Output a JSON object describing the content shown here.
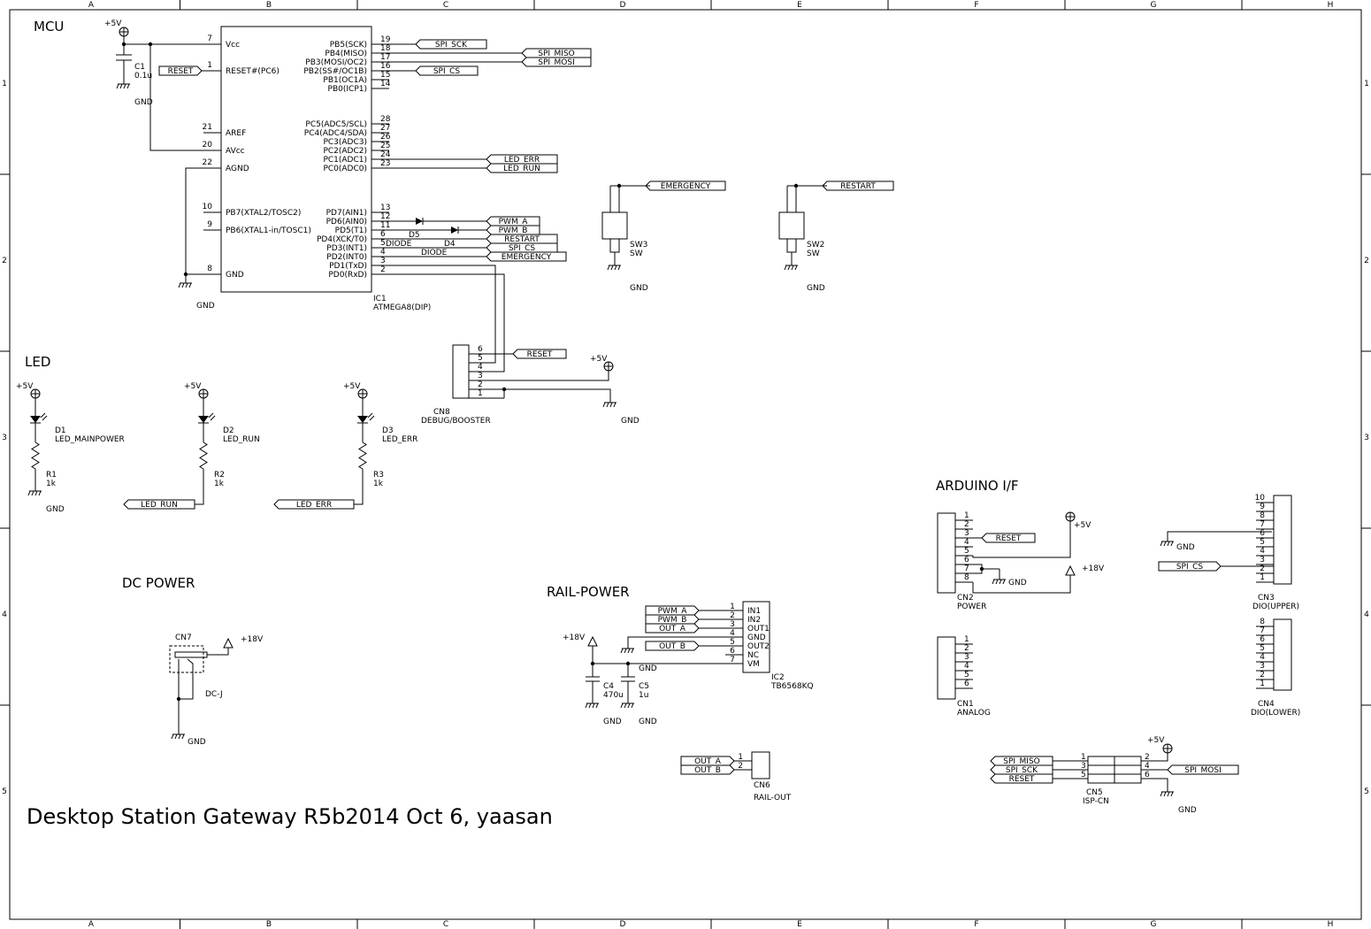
{
  "title": "Desktop Station Gateway R5b2014 Oct 6, yaasan",
  "frame": {
    "cols": [
      "A",
      "B",
      "C",
      "D",
      "E",
      "F",
      "G",
      "H"
    ],
    "rows": [
      "1",
      "2",
      "3",
      "4",
      "5"
    ]
  },
  "sections": {
    "mcu": "MCU",
    "led": "LED",
    "dc_power": "DC POWER",
    "rail_power": "RAIL-POWER",
    "arduino": "ARDUINO I/F"
  },
  "ic1": {
    "ref": "IC1",
    "part": "ATMEGA8(DIP)",
    "left_pins": [
      {
        "num": "7",
        "name": "Vcc"
      },
      {
        "num": "1",
        "name": "RESET#(PC6)"
      },
      {
        "num": "21",
        "name": "AREF"
      },
      {
        "num": "20",
        "name": "AVcc"
      },
      {
        "num": "22",
        "name": "AGND"
      },
      {
        "num": "10",
        "name": "PB7(XTAL2/TOSC2)"
      },
      {
        "num": "9",
        "name": "PB6(XTAL1-in/TOSC1)"
      },
      {
        "num": "8",
        "name": "GND"
      }
    ],
    "right_pins": [
      {
        "num": "19",
        "name": "PB5(SCK)"
      },
      {
        "num": "18",
        "name": "PB4(MISO)"
      },
      {
        "num": "17",
        "name": "PB3(MOSI/OC2)"
      },
      {
        "num": "16",
        "name": "PB2(SS#/OC1B)"
      },
      {
        "num": "15",
        "name": "PB1(OC1A)"
      },
      {
        "num": "14",
        "name": "PB0(ICP1)"
      },
      {
        "num": "28",
        "name": "PC5(ADC5/SCL)"
      },
      {
        "num": "27",
        "name": "PC4(ADC4/SDA)"
      },
      {
        "num": "26",
        "name": "PC3(ADC3)"
      },
      {
        "num": "25",
        "name": "PC2(ADC2)"
      },
      {
        "num": "24",
        "name": "PC1(ADC1)"
      },
      {
        "num": "23",
        "name": "PC0(ADC0)"
      },
      {
        "num": "13",
        "name": "PD7(AIN1)"
      },
      {
        "num": "12",
        "name": "PD6(AIN0)"
      },
      {
        "num": "11",
        "name": "PD5(T1)"
      },
      {
        "num": "6",
        "name": "PD4(XCK/T0)"
      },
      {
        "num": "5",
        "name": "PD3(INT1)"
      },
      {
        "num": "4",
        "name": "PD2(INT0)"
      },
      {
        "num": "3",
        "name": "PD1(TxD)"
      },
      {
        "num": "2",
        "name": "PD0(RxD)"
      }
    ]
  },
  "nets": {
    "plus5v": "+5V",
    "plus18v": "+18V",
    "gnd": "GND",
    "reset": "RESET",
    "spi_sck": "SPI_SCK",
    "spi_miso": "SPI_MISO",
    "spi_mosi": "SPI_MOSI",
    "spi_cs": "SPI_CS",
    "led_err": "LED_ERR",
    "led_run": "LED_RUN",
    "pwm_a": "PWM_A",
    "pwm_b": "PWM_B",
    "restart": "RESTART",
    "emergency": "EMERGENCY",
    "out_a": "OUT_A",
    "out_b": "OUT_B"
  },
  "c1": {
    "ref": "C1",
    "value": "0.1u"
  },
  "d4": {
    "ref": "D4",
    "value": "DIODE"
  },
  "d5": {
    "ref": "D5",
    "value": "DIODE"
  },
  "sw3": {
    "ref": "SW3",
    "value": "SW"
  },
  "sw2": {
    "ref": "SW2",
    "value": "SW"
  },
  "cn8": {
    "ref": "CN8",
    "value": "DEBUG/BOOSTER",
    "pins": [
      "6",
      "5",
      "4",
      "3",
      "2",
      "1"
    ]
  },
  "leds": [
    {
      "ref": "D1",
      "value": "LED_MAINPOWER",
      "r_ref": "R1",
      "r_val": "1k"
    },
    {
      "ref": "D2",
      "value": "LED_RUN",
      "r_ref": "R2",
      "r_val": "1k"
    },
    {
      "ref": "D3",
      "value": "LED_ERR",
      "r_ref": "R3",
      "r_val": "1k"
    }
  ],
  "cn7": {
    "ref": "CN7",
    "value": "DC-J"
  },
  "ic2": {
    "ref": "IC2",
    "part": "TB6568KQ",
    "pins": [
      {
        "num": "1",
        "name": "IN1"
      },
      {
        "num": "2",
        "name": "IN2"
      },
      {
        "num": "3",
        "name": "OUT1"
      },
      {
        "num": "4",
        "name": "GND"
      },
      {
        "num": "5",
        "name": "OUT2"
      },
      {
        "num": "6",
        "name": "NC"
      },
      {
        "num": "7",
        "name": "VM"
      }
    ]
  },
  "c4": {
    "ref": "C4",
    "value": "470u"
  },
  "c5": {
    "ref": "C5",
    "value": "1u"
  },
  "cn6": {
    "ref": "CN6",
    "value": "RAIL-OUT",
    "pins": [
      "1",
      "2"
    ]
  },
  "cn2": {
    "ref": "CN2",
    "value": "POWER",
    "pins": [
      "1",
      "2",
      "3",
      "4",
      "5",
      "6",
      "7",
      "8"
    ]
  },
  "cn1": {
    "ref": "CN1",
    "value": "ANALOG",
    "pins": [
      "1",
      "2",
      "3",
      "4",
      "5",
      "6"
    ]
  },
  "cn3": {
    "ref": "CN3",
    "value": "DIO(UPPER)",
    "pins": [
      "10",
      "9",
      "8",
      "7",
      "6",
      "5",
      "4",
      "3",
      "2",
      "1"
    ]
  },
  "cn4": {
    "ref": "CN4",
    "value": "DIO(LOWER)",
    "pins": [
      "8",
      "7",
      "6",
      "5",
      "4",
      "3",
      "2",
      "1"
    ]
  },
  "cn5": {
    "ref": "CN5",
    "value": "ISP-CN",
    "pins_left": [
      "1",
      "3",
      "5"
    ],
    "pins_right": [
      "2",
      "4",
      "6"
    ]
  }
}
